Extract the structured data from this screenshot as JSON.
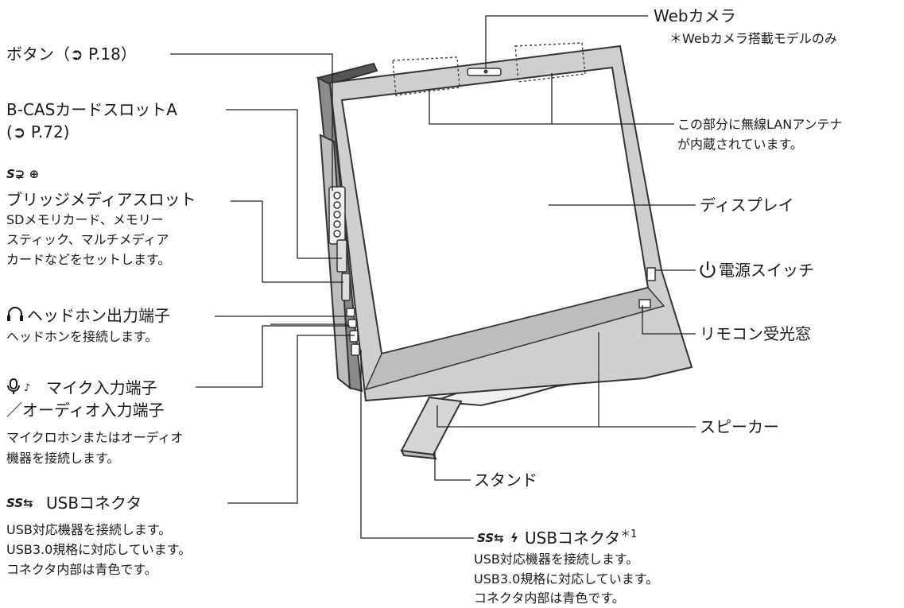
{
  "labels": {
    "button": "ボタン（➲ P.18）",
    "bcas_line1": "B-CASカードスロットA",
    "bcas_line2": "(➲ P.72)",
    "bridge_icons": "S⊋ ⊕",
    "bridge_title": "ブリッジメディアスロット",
    "bridge_desc": [
      "SDメモリカード、メモリー",
      "スティック、マルチメディア",
      "カードなどをセットします。"
    ],
    "headphone_title": "ヘッドホン出力端子",
    "headphone_desc": "ヘッドホンを接続します。",
    "mic_title": "マイク入力端子",
    "audio_title": "／オーディオ入力端子",
    "mic_desc": [
      "マイクロホンまたはオーディオ",
      "機器を接続します。"
    ],
    "usb_title": "USBコネクタ",
    "usb_desc": [
      "USB対応機器を接続します。",
      "USB3.0規格に対応しています。",
      "コネクタ内部は青色です。"
    ],
    "usb2_title": "USBコネクタ",
    "usb2_sup": "＊1",
    "usb2_desc": [
      "USB対応機器を接続します。",
      "USB3.0規格に対応しています。",
      "コネクタ内部は青色です。"
    ],
    "webcam_title": "Webカメラ",
    "webcam_note": "＊Webカメラ搭載モデルのみ",
    "antenna_line1": "この部分に無線LANアンテナ",
    "antenna_line2": "が内蔵されています。",
    "display": "ディスプレイ",
    "power": "電源スイッチ",
    "remote": "リモコン受光窓",
    "speaker": "スピーカー",
    "stand": "スタンド"
  },
  "icons": {
    "ss_usb": "SS⇆",
    "lightning": "ϟ",
    "mic": "🎙"
  }
}
